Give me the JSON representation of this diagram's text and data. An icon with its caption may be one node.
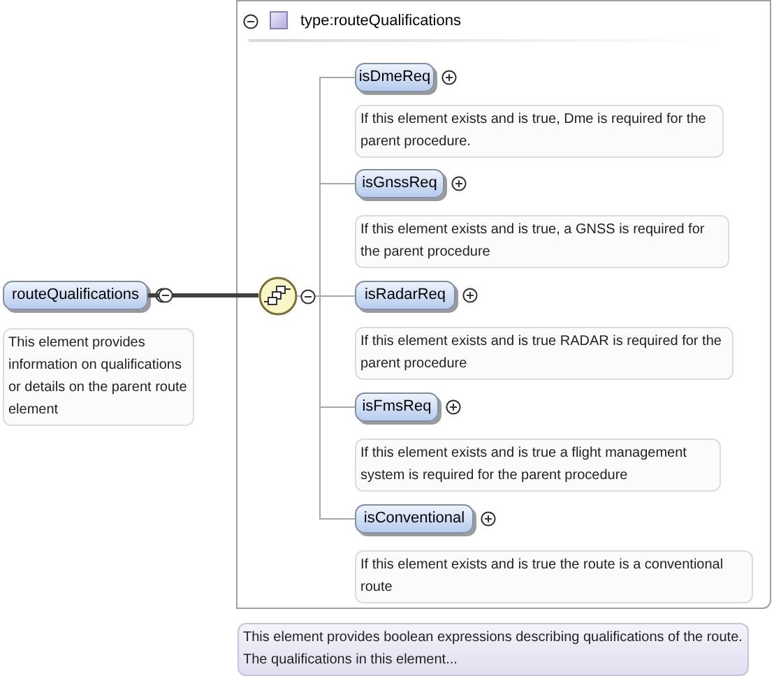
{
  "diagram": {
    "nodes": [
      {
        "text": [
          "routeQualifications"
        ],
        "beside": [
          "This element provides information on qualifications or details on the parent route element"
        ]
      },
      {
        "text": [
          "type:routeQualifications"
        ],
        "beside": [
          "This element provides boolean expressions describing qualifications of the route. The qualifications in this element..."
        ]
      },
      {
        "text": [],
        "shape": "circle",
        "in": 1
      },
      {
        "text": [
          "isDmeReq"
        ],
        "in": 1,
        "beside": [
          "If this element exists and is true, Dme is required for the parent procedure."
        ]
      },
      {
        "text": [
          "isGnssReq"
        ],
        "in": 1,
        "beside": [
          "If this element exists and is true, a GNSS is required for the parent procedure"
        ]
      },
      {
        "text": [
          "isRadarReq"
        ],
        "in": 1,
        "beside": [
          "If this element exists and is true RADAR is required for the parent procedure"
        ]
      },
      {
        "text": [
          "isFmsReq"
        ],
        "in": 1,
        "beside": [
          "If this element exists and is true a flight management system is required for the parent procedure"
        ]
      },
      {
        "text": [
          "isConventional"
        ],
        "in": 1,
        "beside": [
          "If this element exists and is true the route is a conventional route"
        ]
      }
    ],
    "edges": [
      {
        "from": 0,
        "to": 2,
        "arrow": "none",
        "style": "thick",
        "color": "#404040"
      },
      {
        "from": 2,
        "to": 3,
        "arrow": "none"
      },
      {
        "from": 2,
        "to": 4,
        "arrow": "none"
      },
      {
        "from": 2,
        "to": 5,
        "arrow": "none"
      },
      {
        "from": 2,
        "to": 6,
        "arrow": "none"
      },
      {
        "from": 2,
        "to": 7,
        "arrow": "none"
      }
    ]
  }
}
